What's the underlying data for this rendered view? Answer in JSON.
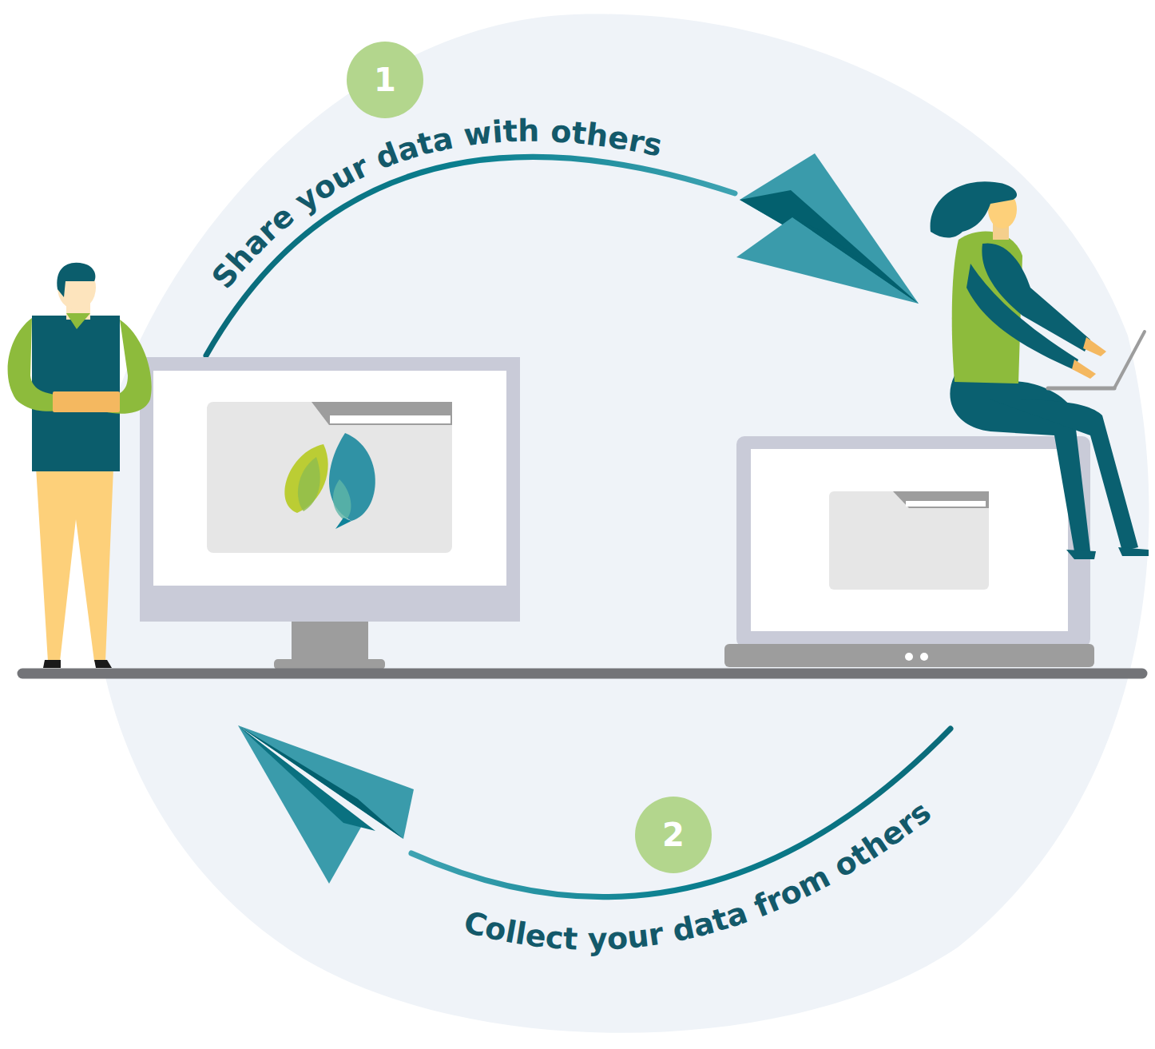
{
  "diagram": {
    "nodes": [
      {
        "text": [
          "1"
        ]
      },
      {
        "text": [
          "2"
        ]
      }
    ],
    "labels": [
      "Share your data with others",
      "Collect your data from others"
    ]
  }
}
